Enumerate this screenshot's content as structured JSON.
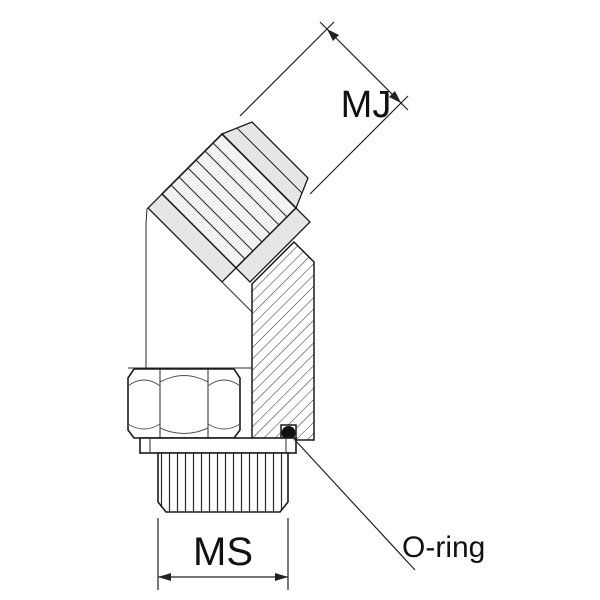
{
  "drawing": {
    "labels": {
      "mj": "MJ",
      "ms": "MS",
      "oring": "O-ring"
    },
    "colors": {
      "line": "#1a1a1a",
      "dimension": "#222222",
      "background": "#ffffff",
      "metal_shade": "#e6e6e6",
      "hatch": "#3a3a3a",
      "oring_fill": "#111111"
    }
  }
}
